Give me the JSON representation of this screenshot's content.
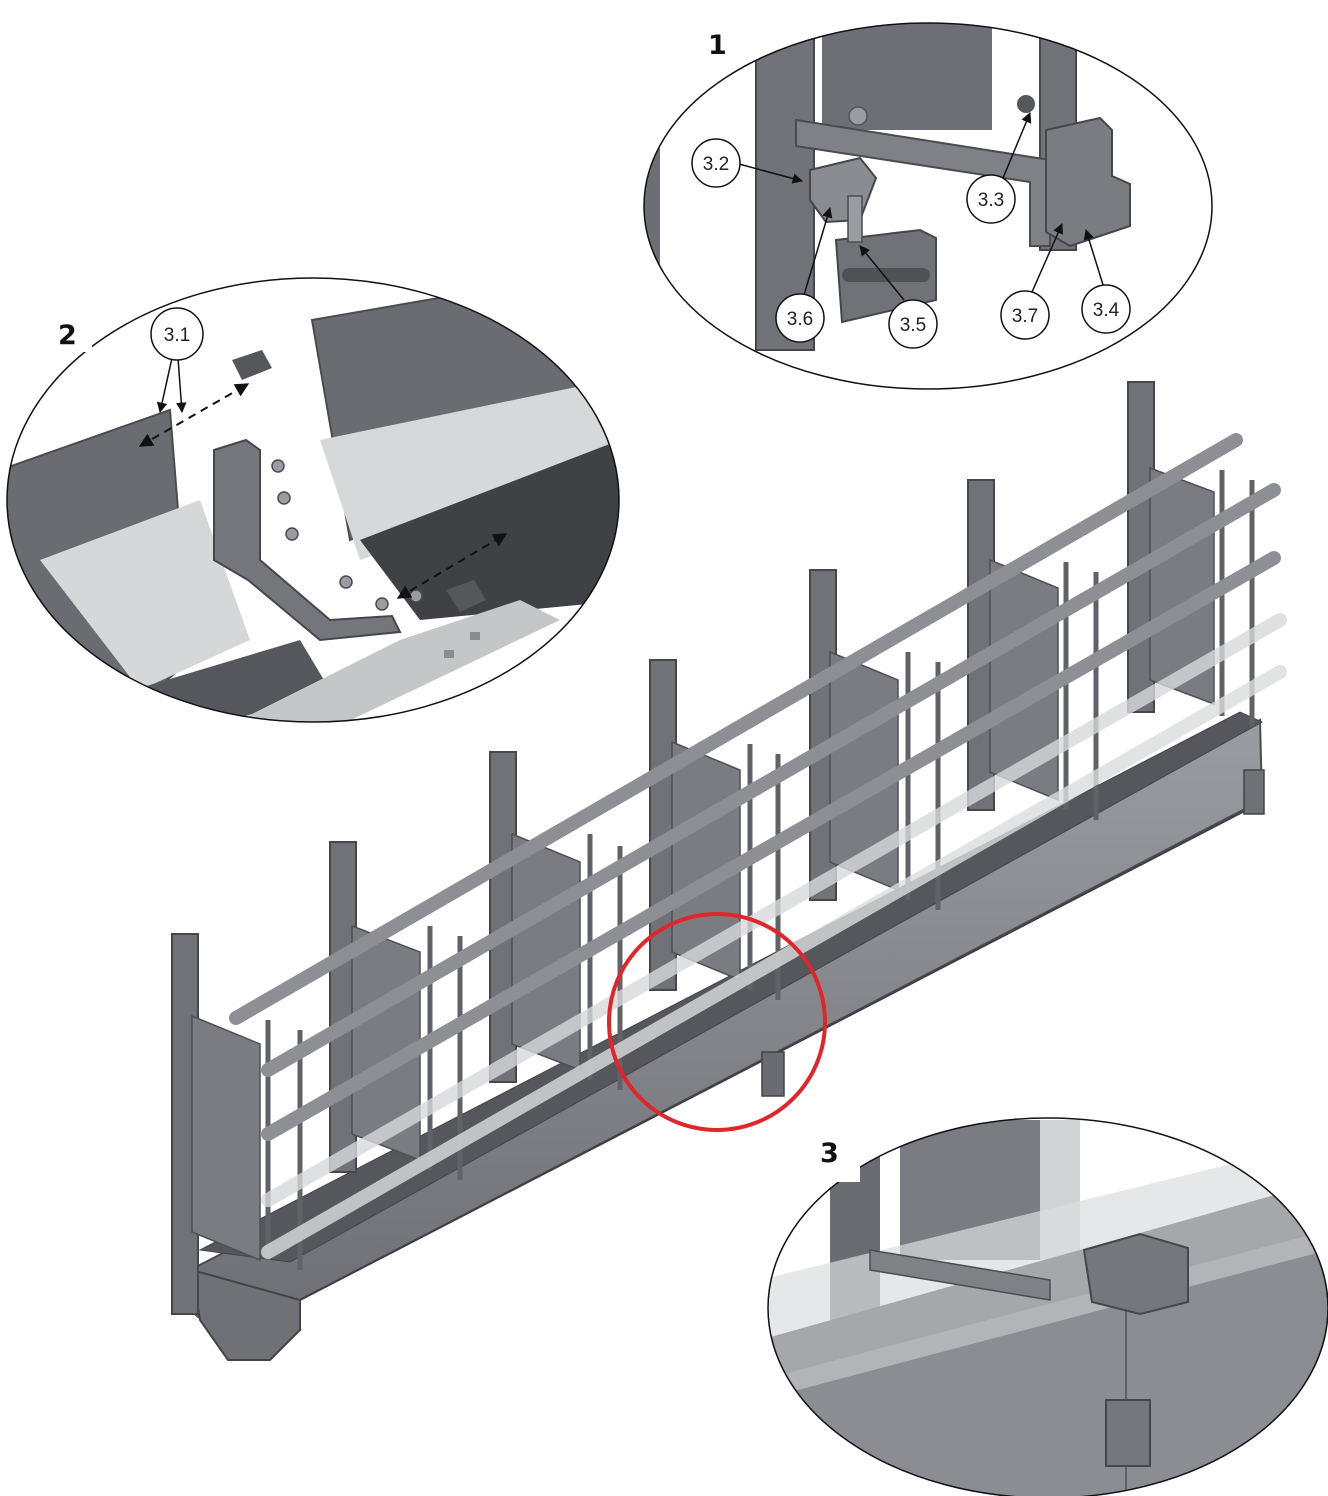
{
  "steps": {
    "detail_1": "1",
    "detail_2": "2",
    "detail_3": "3"
  },
  "callouts": {
    "c_3_1": "3.1",
    "c_3_2": "3.2",
    "c_3_3": "3.3",
    "c_3_4": "3.4",
    "c_3_5": "3.5",
    "c_3_6": "3.6",
    "c_3_7": "3.7"
  },
  "colors": {
    "metal_dark": "#5f6166",
    "metal_mid": "#8a8c91",
    "metal_light": "#c9cacd",
    "highlight_circle": "#e0262a",
    "background": "#ffffff"
  }
}
